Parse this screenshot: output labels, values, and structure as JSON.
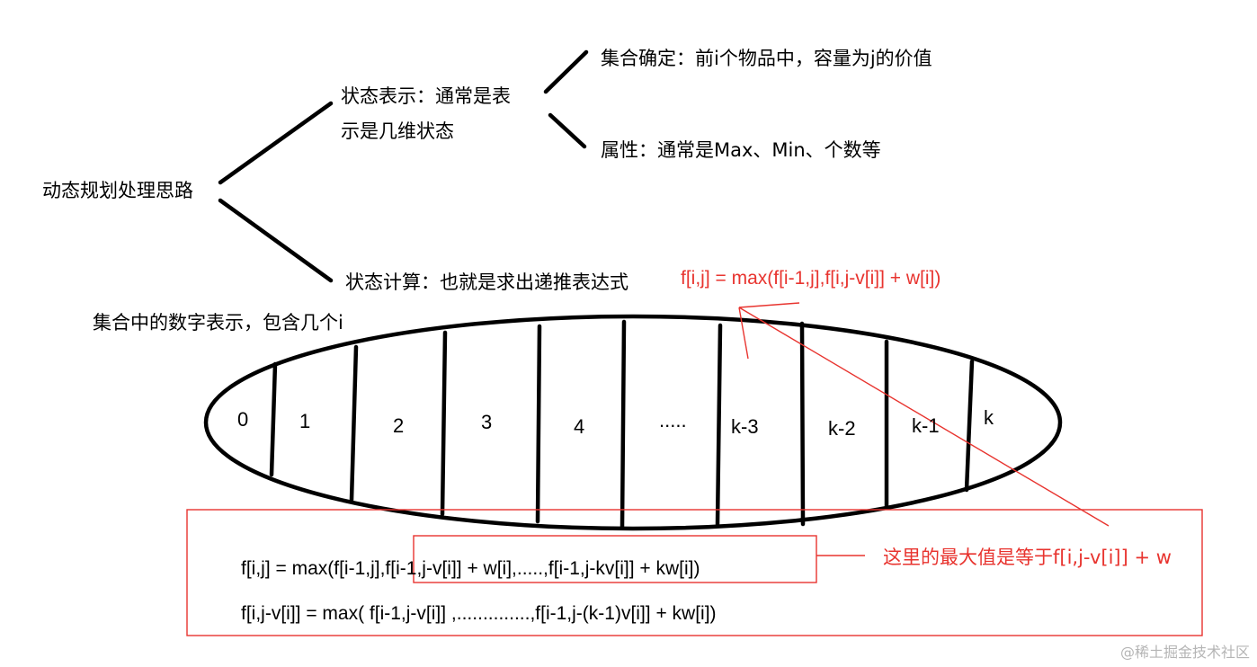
{
  "tree": {
    "root": "动态规划处理思路",
    "state_repr_line1": "状态表示：通常是表",
    "state_repr_line2": "示是几维状态",
    "set_define": "集合确定：前i个物品中，容量为j的价值",
    "attribute": "属性：通常是Max、Min、个数等",
    "state_calc": "状态计算：也就是求出递推表达式"
  },
  "recurrence": "f[i,j] = max(f[i-1,j],f[i,j-v[i]] + w[i])",
  "set_caption": "集合中的数字表示，包含几个i",
  "segments": [
    "0",
    "1",
    "2",
    "3",
    "4",
    ".....",
    "k-3",
    "k-2",
    "k-1",
    "k"
  ],
  "derivation": {
    "line1": "f[i,j] = max(f[i-1,j],f[i-1,j-v[i]] + w[i],.....,f[i-1,j-kv[i]] + kw[i])",
    "line2": "f[i,j-v[i]] = max(    f[i-1,j-v[i]]  ,..............,f[i-1,j-(k-1)v[i]] + kw[i])",
    "annotation": "这里的最大值是等于f[i,j-v[i]] + w"
  },
  "watermark": "@稀土掘金技术社区",
  "colors": {
    "ink": "#000000",
    "annotation": "#e8342f"
  }
}
